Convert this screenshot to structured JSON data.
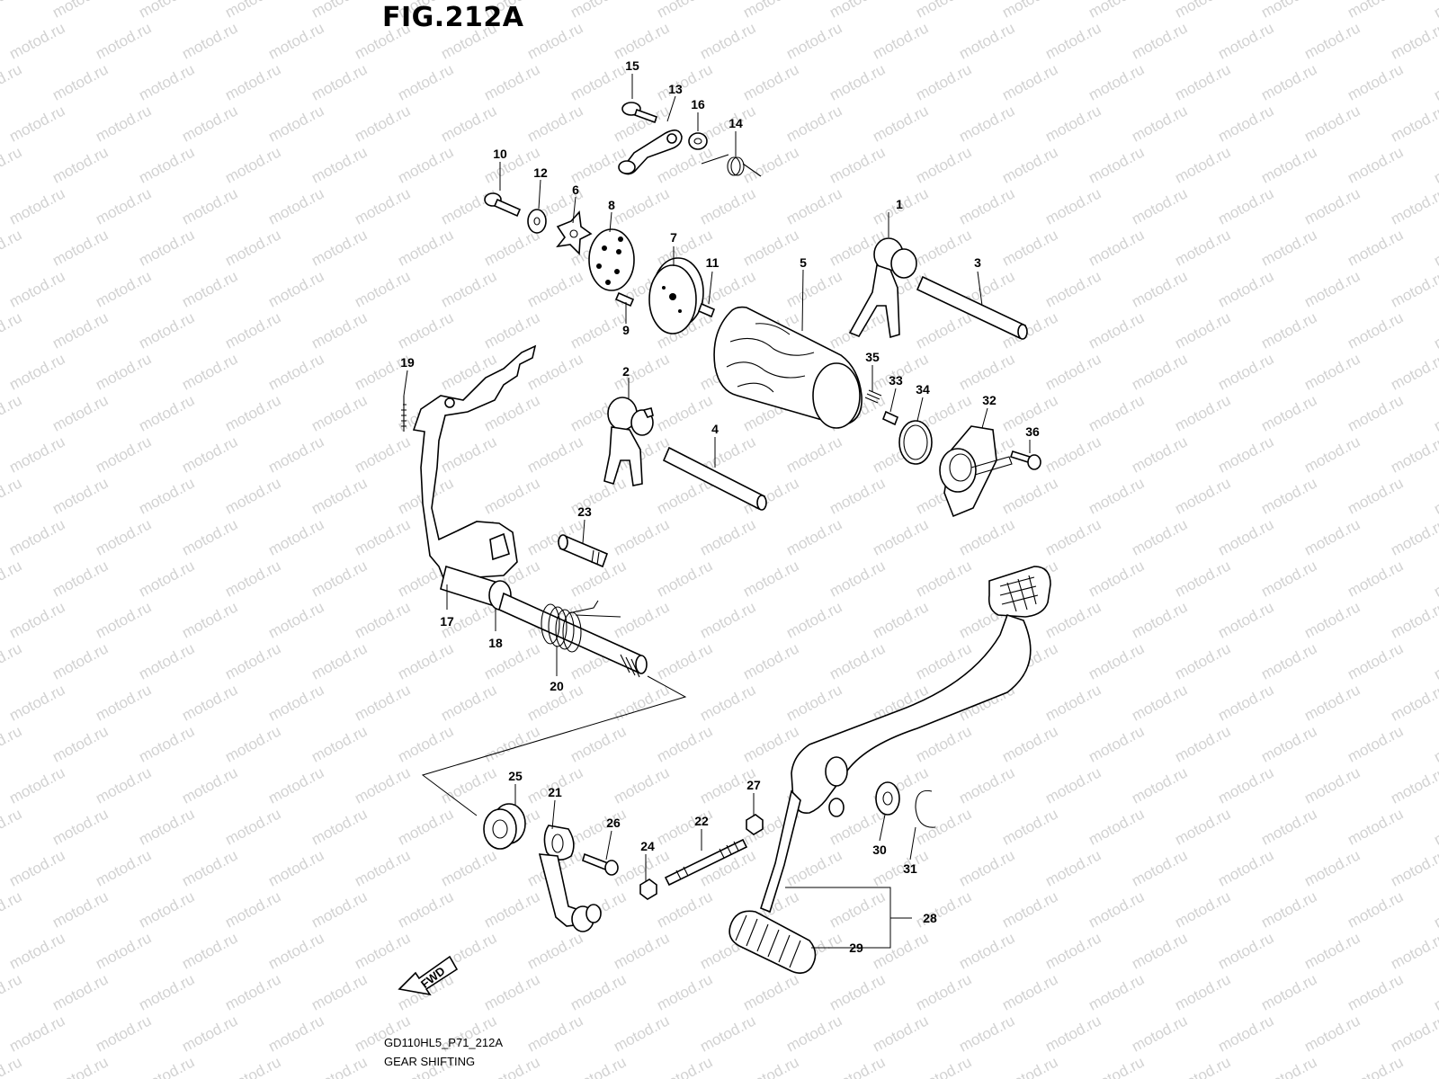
{
  "figure": {
    "title": "FIG.212A"
  },
  "watermark": {
    "text": "motod.ru",
    "color": "#d2d2d2"
  },
  "footer": {
    "code": "GD110HL5_P71_212A",
    "name": "GEAR SHIFTING"
  },
  "fwd_label": "FWD",
  "callouts": [
    "1",
    "2",
    "3",
    "4",
    "5",
    "6",
    "7",
    "8",
    "9",
    "10",
    "11",
    "12",
    "13",
    "14",
    "15",
    "16",
    "17",
    "18",
    "19",
    "20",
    "21",
    "22",
    "23",
    "24",
    "25",
    "26",
    "27",
    "28",
    "29",
    "30",
    "31",
    "32",
    "33",
    "34",
    "35",
    "36"
  ]
}
